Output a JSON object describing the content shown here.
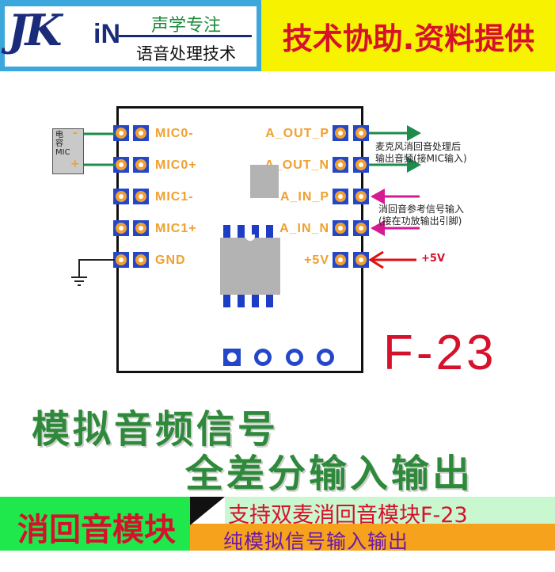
{
  "header": {
    "logo_letters": "JK",
    "logo_n": "iN",
    "brand_top": "声学专注",
    "brand_bottom": "语音处理技术",
    "slogan": "技术协助.资料提供"
  },
  "module": {
    "model": "F-23",
    "left_pins": [
      "MIC0-",
      "MIC0+",
      "MIC1-",
      "MIC1+",
      "GND"
    ],
    "right_pins": [
      "A_OUT_P",
      "A_OUT_N",
      "A_IN_P",
      "A_IN_N",
      "+5V"
    ]
  },
  "mic": {
    "label": "电容MIC",
    "minus": "-",
    "plus": "+"
  },
  "annotations": {
    "out_line1": "麦克风消回音处理后",
    "out_line2": "输出音频(接MIC输入)",
    "in_line1": "消回音参考信号输入",
    "in_line2": "(接在功放输出引脚)",
    "power": "+5V"
  },
  "taglines": {
    "line1": "模拟音频信号",
    "line2": "全差分输入输出"
  },
  "footer": {
    "left": "消回音模块",
    "top": "支持双麦消回音模块F-23",
    "bottom": "纯模拟信号输入输出"
  },
  "colors": {
    "header_blue": "#3ba7dc",
    "header_yellow": "#f6f200",
    "accent_red": "#d6112b",
    "pad_blue": "#2447c9",
    "pin_orange": "#f0a030",
    "arrow_green": "#1e8c4c",
    "arrow_magenta": "#d61a8f",
    "arrow_red": "#e01010",
    "tagline_green": "#2e8a3a",
    "footer_green": "#1fe84d",
    "footer_orange": "#f6a21d",
    "footer_purple": "#6a1aa8"
  }
}
